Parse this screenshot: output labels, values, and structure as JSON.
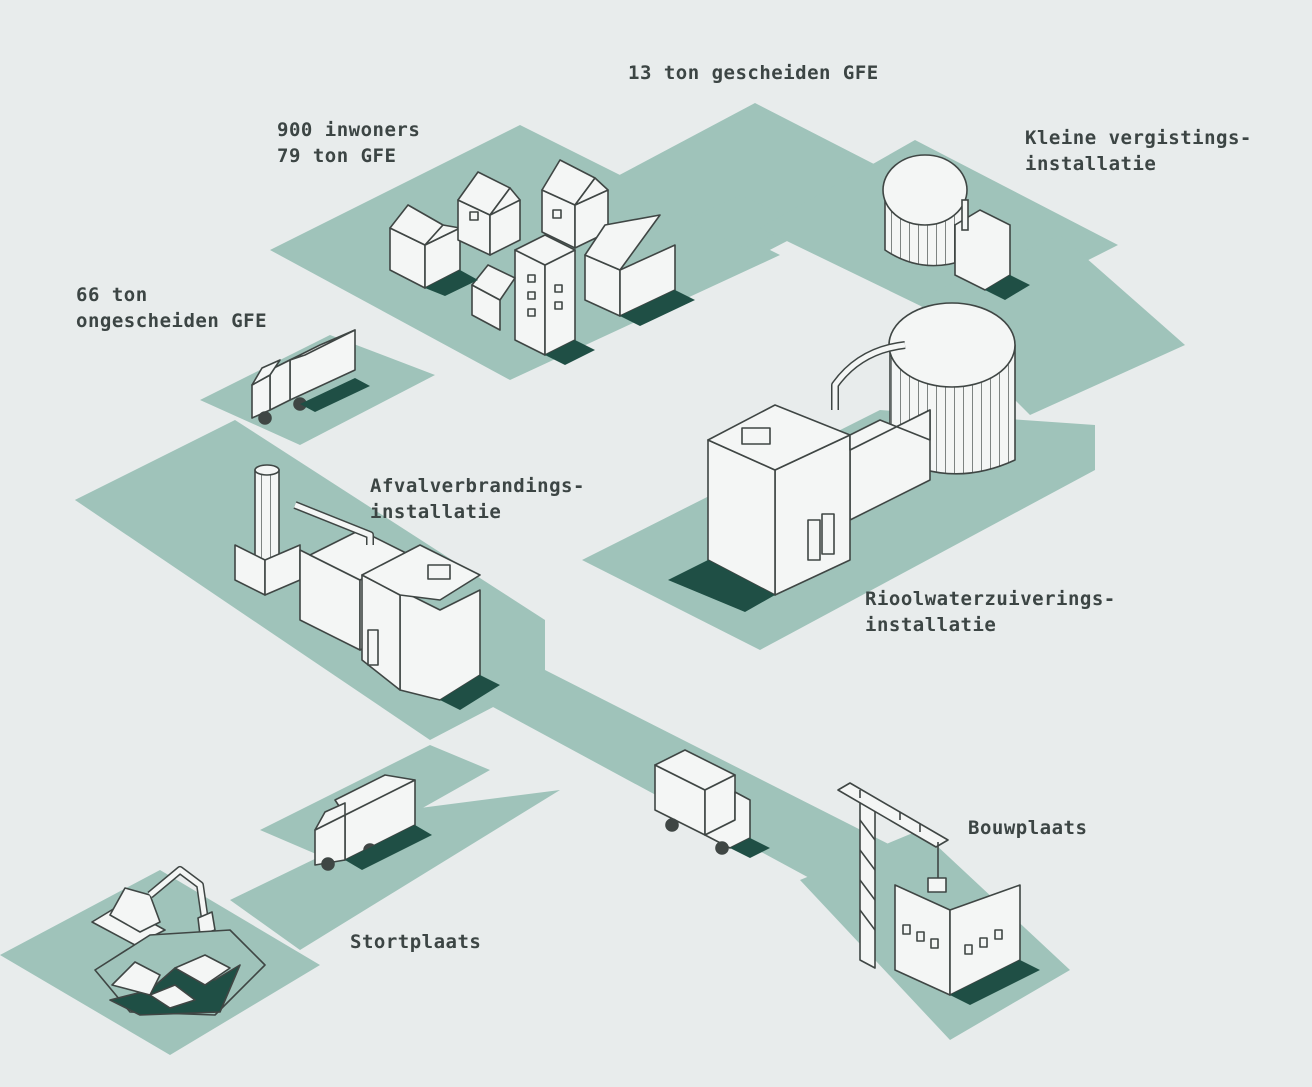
{
  "colors": {
    "background": "#e8ecec",
    "path": "#9fc3ba",
    "building": "#f4f6f5",
    "outline": "#3f4644",
    "shadow": "#1f4f45",
    "text": "#3c4544"
  },
  "labels": {
    "ongescheiden": {
      "line1": "66 ton",
      "line2": "ongescheiden GFE"
    },
    "inwoners": {
      "line1": "900 inwoners",
      "line2": "79 ton GFE"
    },
    "gescheiden": {
      "line1": "13 ton gescheiden GFE"
    },
    "vergisting": {
      "line1": "Kleine vergistings-",
      "line2": "installatie"
    },
    "afval": {
      "line1": "Afvalverbrandings-",
      "line2": "installatie"
    },
    "rioolwater": {
      "line1": "Rioolwaterzuiverings-",
      "line2": "installatie"
    },
    "bouwplaats": {
      "line1": "Bouwplaats"
    },
    "stortplaats": {
      "line1": "Stortplaats"
    }
  },
  "icons": [
    "houses-icon",
    "garbage-truck-icon",
    "digester-tank-icon",
    "incinerator-plant-icon",
    "wastewater-plant-icon",
    "construction-crane-icon",
    "excavator-icon",
    "landfill-rocks-icon"
  ]
}
